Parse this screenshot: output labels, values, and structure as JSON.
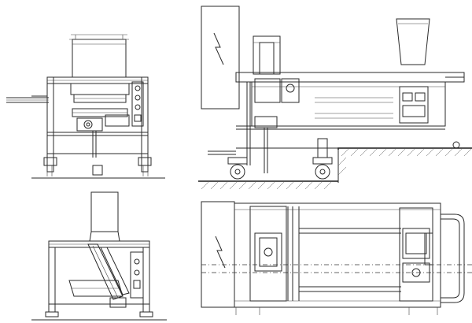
{
  "drawing": {
    "views": [
      {
        "id": "front-elevation"
      },
      {
        "id": "side-elevation"
      },
      {
        "id": "side-section"
      },
      {
        "id": "plan-view"
      }
    ]
  }
}
